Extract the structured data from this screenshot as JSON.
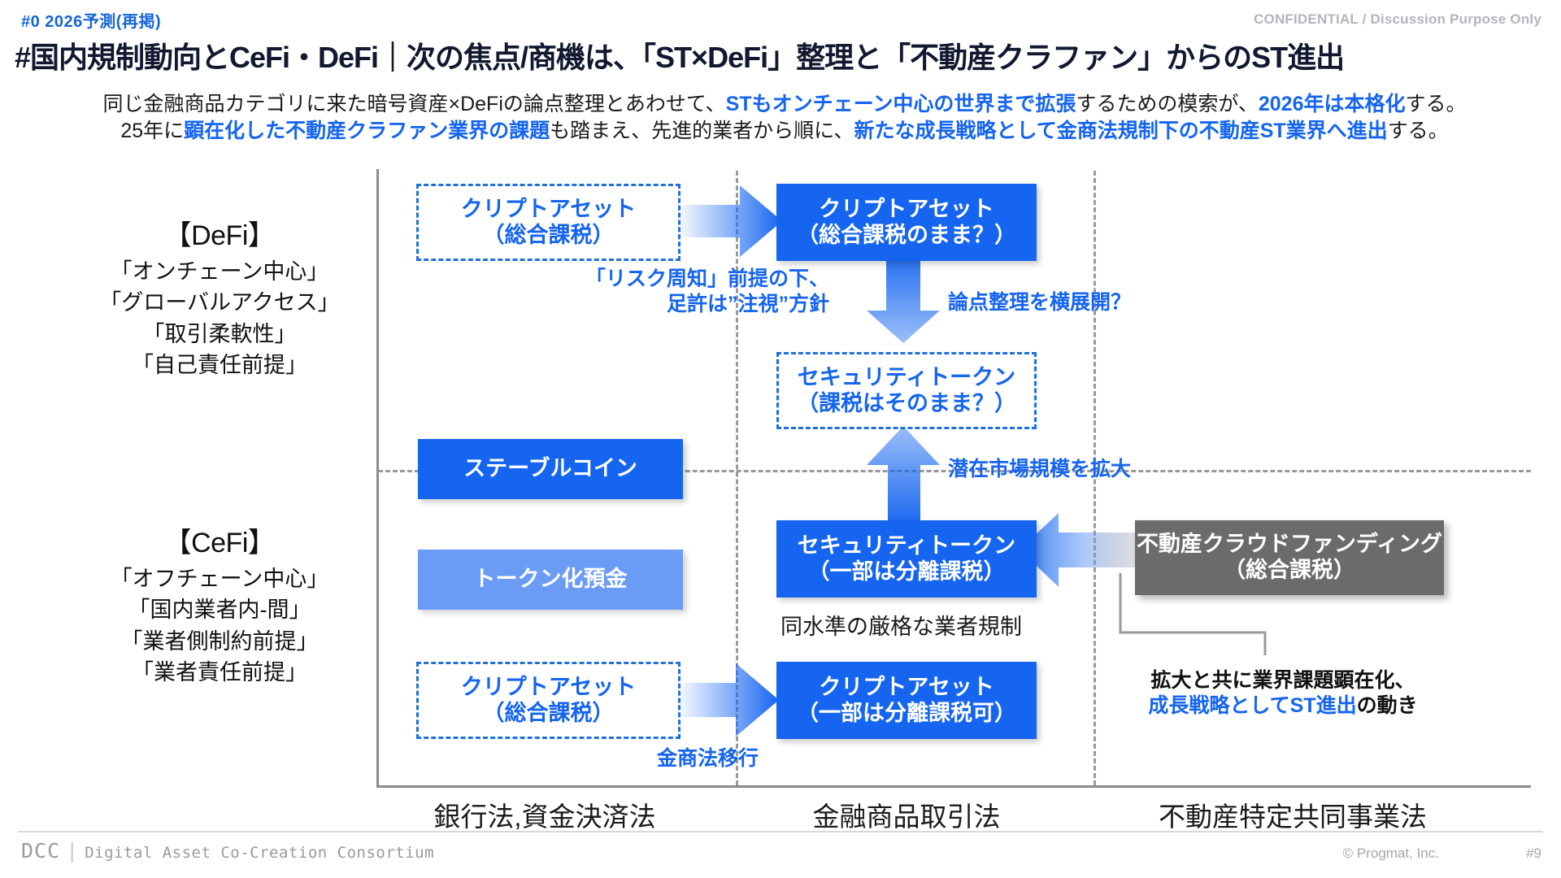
{
  "header": {
    "eyebrow": "#0  2026予測(再掲)",
    "confidential": "CONFIDENTIAL / Discussion Purpose Only",
    "title": "#国内規制動向とCeFi・DeFi｜次の焦点/商機は、「ST×DeFi」整理と「不動産クラファン」からのST進出"
  },
  "lead": {
    "line1_a": "同じ金融商品カテゴリに来た暗号資産×DeFiの論点整理とあわせて、",
    "line1_b": "STもオンチェーン中心の世界まで拡張",
    "line1_c": "するための模索が、",
    "line1_d": "2026年は本格化",
    "line1_e": "する。",
    "line2_a": "25年に",
    "line2_b": "顕在化した不動産クラファン業界の課題",
    "line2_c": "も踏まえ、先進的業者から順に、",
    "line2_d": "新たな成長戦略として金商法規制下の不動産ST業界へ進出",
    "line2_e": "する。"
  },
  "categories": [
    {
      "title": "【DeFi】",
      "items": [
        "「オンチェーン中心」",
        "「グローバルアクセス」",
        "「取引柔軟性」",
        "「自己責任前提」"
      ]
    },
    {
      "title": "【CeFi】",
      "items": [
        "「オフチェーン中心」",
        "「国内業者内-間」",
        "「業者側制約前提」",
        "「業者責任前提」"
      ]
    }
  ],
  "axis_labels": [
    "銀行法,資金決済法",
    "金融商品取引法",
    "不動産特定共同事業法"
  ],
  "boxes": {
    "defi_crypto_before": {
      "l1": "クリプトアセット",
      "l2": "（総合課税）"
    },
    "defi_crypto_after": {
      "l1": "クリプトアセット",
      "l2": "（総合課税のまま？）"
    },
    "defi_st": {
      "l1": "セキュリティトークン",
      "l2": "（課税はそのまま？）"
    },
    "stablecoin": {
      "l1": "ステーブルコイン"
    },
    "tokenized_deposit": {
      "l1": "トークン化預金"
    },
    "cefi_st": {
      "l1": "セキュリティトークン",
      "l2": "（一部は分離課税）"
    },
    "realestate_cf": {
      "l1": "不動産クラウドファンディング",
      "l2": "（総合課税）"
    },
    "cefi_crypto_before": {
      "l1": "クリプトアセット",
      "l2": "（総合課税）"
    },
    "cefi_crypto_after": {
      "l1": "クリプトアセット",
      "l2": "（一部は分離課税可）"
    }
  },
  "notes": {
    "risk_policy": {
      "l1": "「リスク周知」前提の下、",
      "l2": "足許は”注視”方針"
    },
    "cross_apply": {
      "l1": "論点整理を横展開？"
    },
    "market_expand": {
      "l1": "潜在市場規模を拡大"
    },
    "same_regulation": {
      "l1": "同水準の厳格な業者規制"
    },
    "fiea_shift": {
      "l1": "金商法移行"
    },
    "growth_strategy": {
      "l1": "拡大と共に業界課題顕在化、",
      "l2_blue": "成長戦略としてST進出",
      "l2_tail": "の動き"
    }
  },
  "footer": {
    "brand_main": "DCC",
    "brand_sub": "Digital Asset Co-Creation Consortium",
    "copyright": "©  Progmat, Inc.",
    "page": "#9"
  },
  "colors": {
    "accent_blue": "#1565f0",
    "light_blue": "#6a9cf5",
    "gray_box": "#6b6b6b",
    "axis_gray": "#8b8b8b",
    "confidential_gray": "#b4b4bb"
  }
}
